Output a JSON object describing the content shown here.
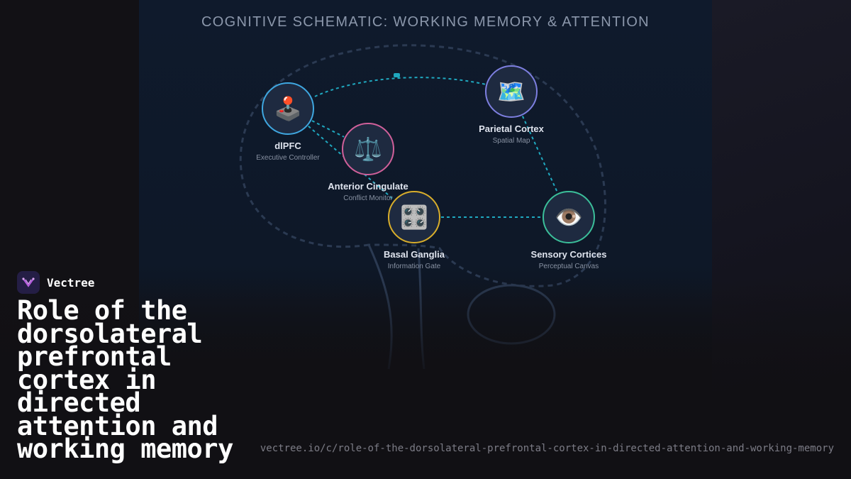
{
  "diagram": {
    "title": "COGNITIVE SCHEMATIC: WORKING MEMORY & ATTENTION",
    "nodes": [
      {
        "id": "dlpfc",
        "label": "dlPFC",
        "sublabel": "Executive Controller",
        "icon": "joystick-icon",
        "glyph": "🕹️",
        "color": "#3fa7e0"
      },
      {
        "id": "acc",
        "label": "Anterior Cingulate",
        "sublabel": "Conflict Monitor",
        "icon": "balance-scale-icon",
        "glyph": "⚖️",
        "color": "#d0609a"
      },
      {
        "id": "parietal",
        "label": "Parietal Cortex",
        "sublabel": "Spatial Map",
        "icon": "map-icon",
        "glyph": "🗺️",
        "color": "#7d7fe0"
      },
      {
        "id": "basal",
        "label": "Basal Ganglia",
        "sublabel": "Information Gate",
        "icon": "control-knobs-icon",
        "glyph": "🎛️",
        "color": "#d9ae2b"
      },
      {
        "id": "sensory",
        "label": "Sensory Cortices",
        "sublabel": "Perceptual Canvas",
        "icon": "eye-icon",
        "glyph": "👁️",
        "color": "#3bbf9a"
      }
    ],
    "connections": [
      {
        "from": "dlpfc",
        "to": "parietal",
        "style": "dotted-curve"
      },
      {
        "from": "dlpfc",
        "to": "acc",
        "style": "dotted"
      },
      {
        "from": "dlpfc",
        "to": "basal",
        "style": "dotted"
      },
      {
        "from": "parietal",
        "to": "sensory",
        "style": "dotted"
      },
      {
        "from": "basal",
        "to": "sensory",
        "style": "dotted"
      }
    ],
    "link_color": "#1fa8bf"
  },
  "brand": {
    "name": "Vectree",
    "logo_icon": "vectree-logo-icon",
    "accent": "#b75ce0"
  },
  "headline": "Role of the dorsolateral prefrontal cortex in directed attention and working memory",
  "url": "vectree.io/c/role-of-the-dorsolateral-prefrontal-cortex-in-directed-attention-and-working-memory"
}
